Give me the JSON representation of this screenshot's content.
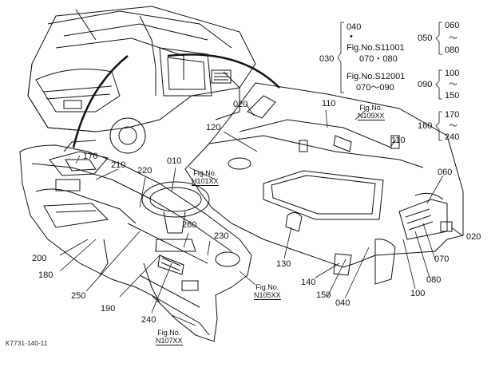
{
  "callouts": {
    "c170": "170",
    "c210": "210",
    "c220": "220",
    "c010": "010",
    "c200": "200",
    "c180": "180",
    "c250": "250",
    "c190": "190",
    "c240": "240",
    "c260": "260",
    "c230": "230",
    "c130": "130",
    "c140": "140",
    "c150": "150",
    "c040": "040",
    "c100": "100",
    "c080": "080",
    "c070": "070",
    "c020a": "020",
    "c020b": "020",
    "c060": "060",
    "c110a": "110",
    "c110b": "110",
    "c120": "120"
  },
  "figs": {
    "h101": {
      "label": "Fig.No.",
      "num": "H101XX"
    },
    "n109": {
      "label": "Fig.No.",
      "num": "N109XX"
    },
    "n105": {
      "label": "Fig.No.",
      "num": "N105XX"
    },
    "n107": {
      "label": "Fig.No.",
      "num": "N107XX"
    }
  },
  "legend": {
    "g030": "030",
    "g030_l1": "040",
    "g030_dot": "•",
    "g030_l2": "Fig.No.S11001",
    "g030_l3": "070・080",
    "g030_l4": "Fig.No.S12001",
    "g030_l5": "070〜090",
    "g050": "050",
    "g050_a": "060",
    "g050_t": "〜",
    "g050_b": "080",
    "g090": "090",
    "g090_a": "100",
    "g090_t": "〜",
    "g090_b": "150",
    "g160": "160",
    "g160_a": "170",
    "g160_t": "〜",
    "g160_b": "240"
  },
  "footer": "K7731-140-11"
}
